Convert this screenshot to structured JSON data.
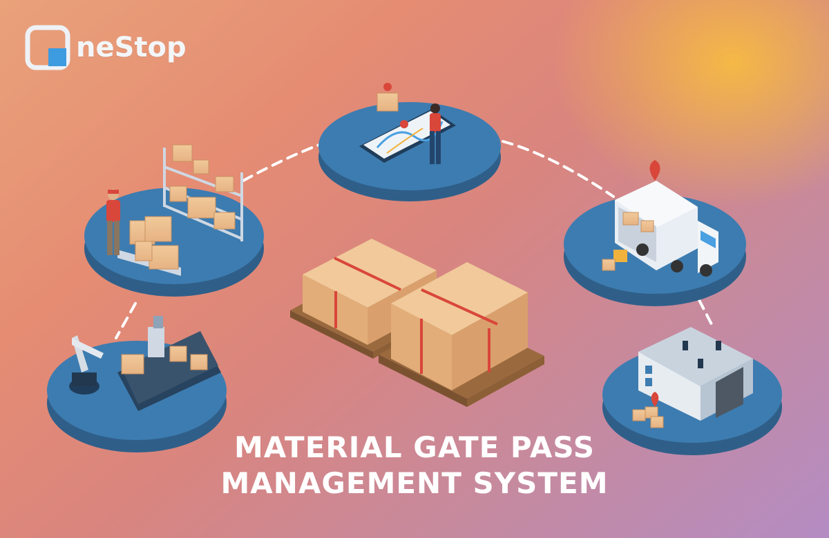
{
  "brand": {
    "logo_text": "neStop",
    "logo_initial": "O",
    "accent_color": "#3d9be0",
    "outline_color": "#eef2f6"
  },
  "headline": {
    "line1": "MATERIAL GATE PASS",
    "line2": "MANAGEMENT SYSTEM"
  },
  "scene": {
    "platform_color": "#3d7cb0",
    "platform_edge_color": "#2f5f89",
    "box_color": "#e9b98a",
    "tape_color": "#d9463a",
    "pallet_color": "#9a6a3e",
    "stations": [
      {
        "id": "inventory-tracking",
        "icon": "phone-map-tracking-icon"
      },
      {
        "id": "warehouse-shelving",
        "icon": "worker-shelves-icon"
      },
      {
        "id": "truck-loading",
        "icon": "truck-loading-icon"
      },
      {
        "id": "automated-conveyor",
        "icon": "robot-arm-conveyor-icon"
      },
      {
        "id": "warehouse-building",
        "icon": "warehouse-building-icon"
      }
    ]
  }
}
